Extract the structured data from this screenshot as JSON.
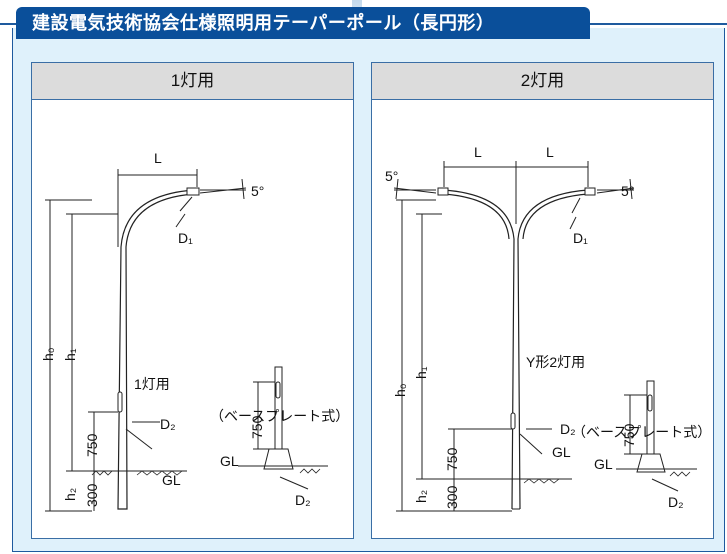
{
  "title": "建設電気技術協会仕様照明用テーパーポール（長円形）",
  "panel_single": {
    "heading": "1灯用",
    "arm_length": "L",
    "tilt": "5°",
    "luminaire_dia": "D₁",
    "overall_height": "h₀",
    "light_height": "h₁",
    "pole_caption": "1灯用",
    "base_dia": "D₂",
    "handhole_height": "750",
    "embed_height": "h₂",
    "embed_depth": "300",
    "ground": "GL",
    "baseplate_caption": "（ベースプレート式）",
    "bp_height": "750",
    "bp_ground": "GL",
    "bp_dia": "D₂"
  },
  "panel_double": {
    "heading": "2灯用",
    "arm_length_left": "L",
    "arm_length_right": "L",
    "tilt_left": "5°",
    "tilt_right": "5°",
    "luminaire_dia": "D₁",
    "overall_height": "h₀",
    "light_height": "h₁",
    "pole_caption": "Y形2灯用",
    "base_dia": "D₂",
    "handhole_height": "750",
    "embed_height": "h₂",
    "embed_depth": "300",
    "ground": "GL",
    "baseplate_caption": "（ベースプレート式）",
    "bp_height": "750",
    "bp_ground": "GL",
    "bp_dia": "D₂"
  }
}
